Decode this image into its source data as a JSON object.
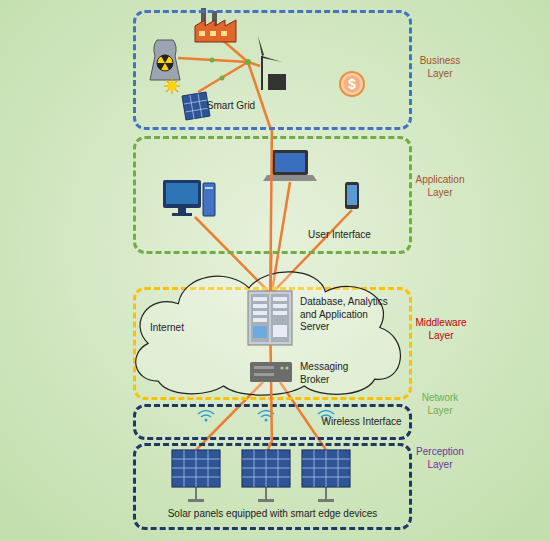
{
  "diagram": {
    "nodes": [
      {
        "text": [
          "Business Layer",
          "Smart Grid"
        ]
      },
      {
        "text": [
          "Application Layer",
          "User Interface"
        ]
      },
      {
        "text": [
          "Middleware Layer"
        ]
      },
      {
        "text": [
          "Internet"
        ],
        "in": 2
      },
      {
        "text": [
          "Database, Analytics and Application Server"
        ],
        "in": 3
      },
      {
        "text": [
          "Messaging Broker"
        ],
        "in": 3
      },
      {
        "text": [
          "Network Layer",
          "Wireless Interface"
        ]
      },
      {
        "text": [
          "Perception Layer",
          "Solar panels equipped with smart edge devices"
        ]
      }
    ],
    "edges": [
      {
        "from": 7,
        "to": 5,
        "arrow": "none"
      },
      {
        "from": 5,
        "to": 4,
        "arrow": "none"
      },
      {
        "from": 4,
        "to": 1,
        "arrow": "none"
      },
      {
        "from": 4,
        "to": 0,
        "arrow": "none"
      }
    ],
    "labels": [
      "$"
    ]
  }
}
